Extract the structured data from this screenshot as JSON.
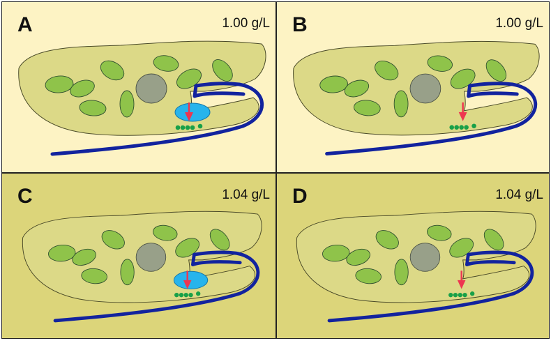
{
  "colors": {
    "light_background": "#fdf3c4",
    "dark_background": "#dcd57a",
    "cell_body": "#dcd987",
    "organelle": "#8fc34a",
    "nucleus": "#98a089",
    "oral_groove": "#12239e",
    "vacuole": "#27b4ec",
    "arrow": "#ee3650",
    "granules": "#18a048"
  },
  "panels": [
    {
      "id": "A",
      "letter": "A",
      "concentration": "1.00 g/L",
      "background": "#fdf3c4",
      "vacuole_visible": true
    },
    {
      "id": "B",
      "letter": "B",
      "concentration": "1.00 g/L",
      "background": "#fdf3c4",
      "vacuole_visible": false
    },
    {
      "id": "C",
      "letter": "C",
      "concentration": "1.04 g/L",
      "background": "#dcd57a",
      "vacuole_visible": true
    },
    {
      "id": "D",
      "letter": "D",
      "concentration": "1.04 g/L",
      "background": "#dcd57a",
      "vacuole_visible": false
    }
  ]
}
